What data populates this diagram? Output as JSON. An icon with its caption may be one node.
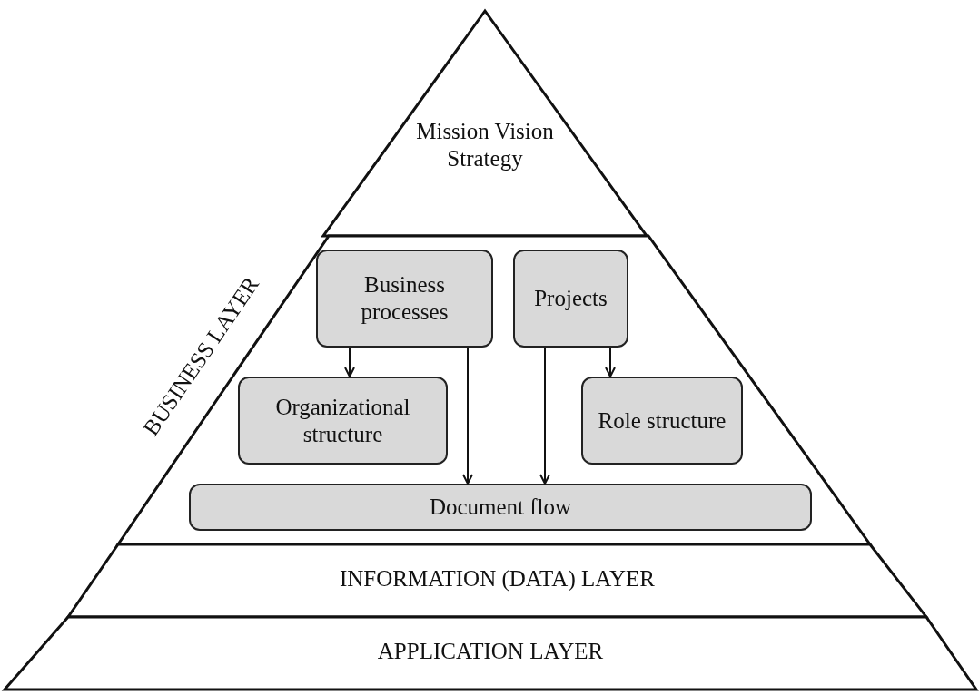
{
  "diagram": {
    "nodes": [
      {
        "text": [
          "Mission Vision Strategy"
        ]
      },
      {
        "text": [
          "BUSINESS LAYER"
        ]
      },
      {
        "text": [
          "Business processes"
        ],
        "in": 1
      },
      {
        "text": [
          "Projects"
        ],
        "in": 1
      },
      {
        "text": [
          "Organizational structure"
        ],
        "in": 1
      },
      {
        "text": [
          "Role structure"
        ],
        "in": 1
      },
      {
        "text": [
          "Document flow"
        ],
        "in": 1
      },
      {
        "text": [
          "INFORMATION (DATA) LAYER"
        ]
      },
      {
        "text": [
          "APPLICATION LAYER"
        ]
      }
    ],
    "edges": [
      {
        "from": 2,
        "to": 4,
        "arrow": "to"
      },
      {
        "from": 2,
        "to": 6,
        "arrow": "to"
      },
      {
        "from": 3,
        "to": 6,
        "arrow": "to"
      },
      {
        "from": 3,
        "to": 5,
        "arrow": "to"
      }
    ]
  }
}
